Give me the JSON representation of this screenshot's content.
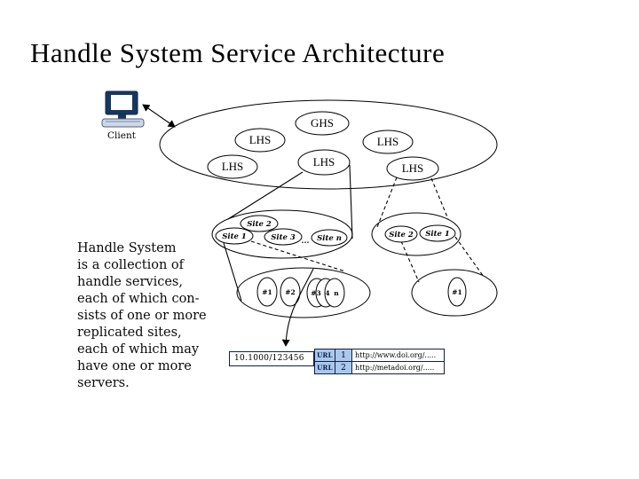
{
  "slide": {
    "title": "Handle System Service Architecture"
  },
  "client": {
    "label": "Client"
  },
  "network": {
    "ghs": "GHS",
    "lhs": [
      "LHS",
      "LHS",
      "LHS",
      "LHS",
      "LHS"
    ]
  },
  "left_service": {
    "sites": [
      "Site 2",
      "Site 1",
      "Site 3",
      "Site n"
    ],
    "ellipsis": "...",
    "servers": [
      "#1",
      "#2",
      "#3",
      "4",
      "n"
    ]
  },
  "right_service": {
    "sites": [
      "Site 2",
      "Site 1"
    ],
    "servers": [
      "#1"
    ]
  },
  "description": {
    "lines": [
      "Handle System",
      "is a collection of",
      "handle services,",
      "each of which con-",
      "sists of one or more",
      "replicated sites,",
      "each of which may",
      "have one or more",
      "servers."
    ]
  },
  "resolution_table": {
    "handle": "10.1000/123456",
    "rows": [
      {
        "type": "URL",
        "index": "1",
        "value": "http://www.doi.org/....."
      },
      {
        "type": "URL",
        "index": "2",
        "value": "http://metadoi.org/....."
      }
    ]
  },
  "colors": {
    "cell_blue": "#a9c8f0",
    "monitor_navy": "#17375e",
    "keyboard_gray": "#cdd9ea",
    "line_black": "#000000"
  }
}
